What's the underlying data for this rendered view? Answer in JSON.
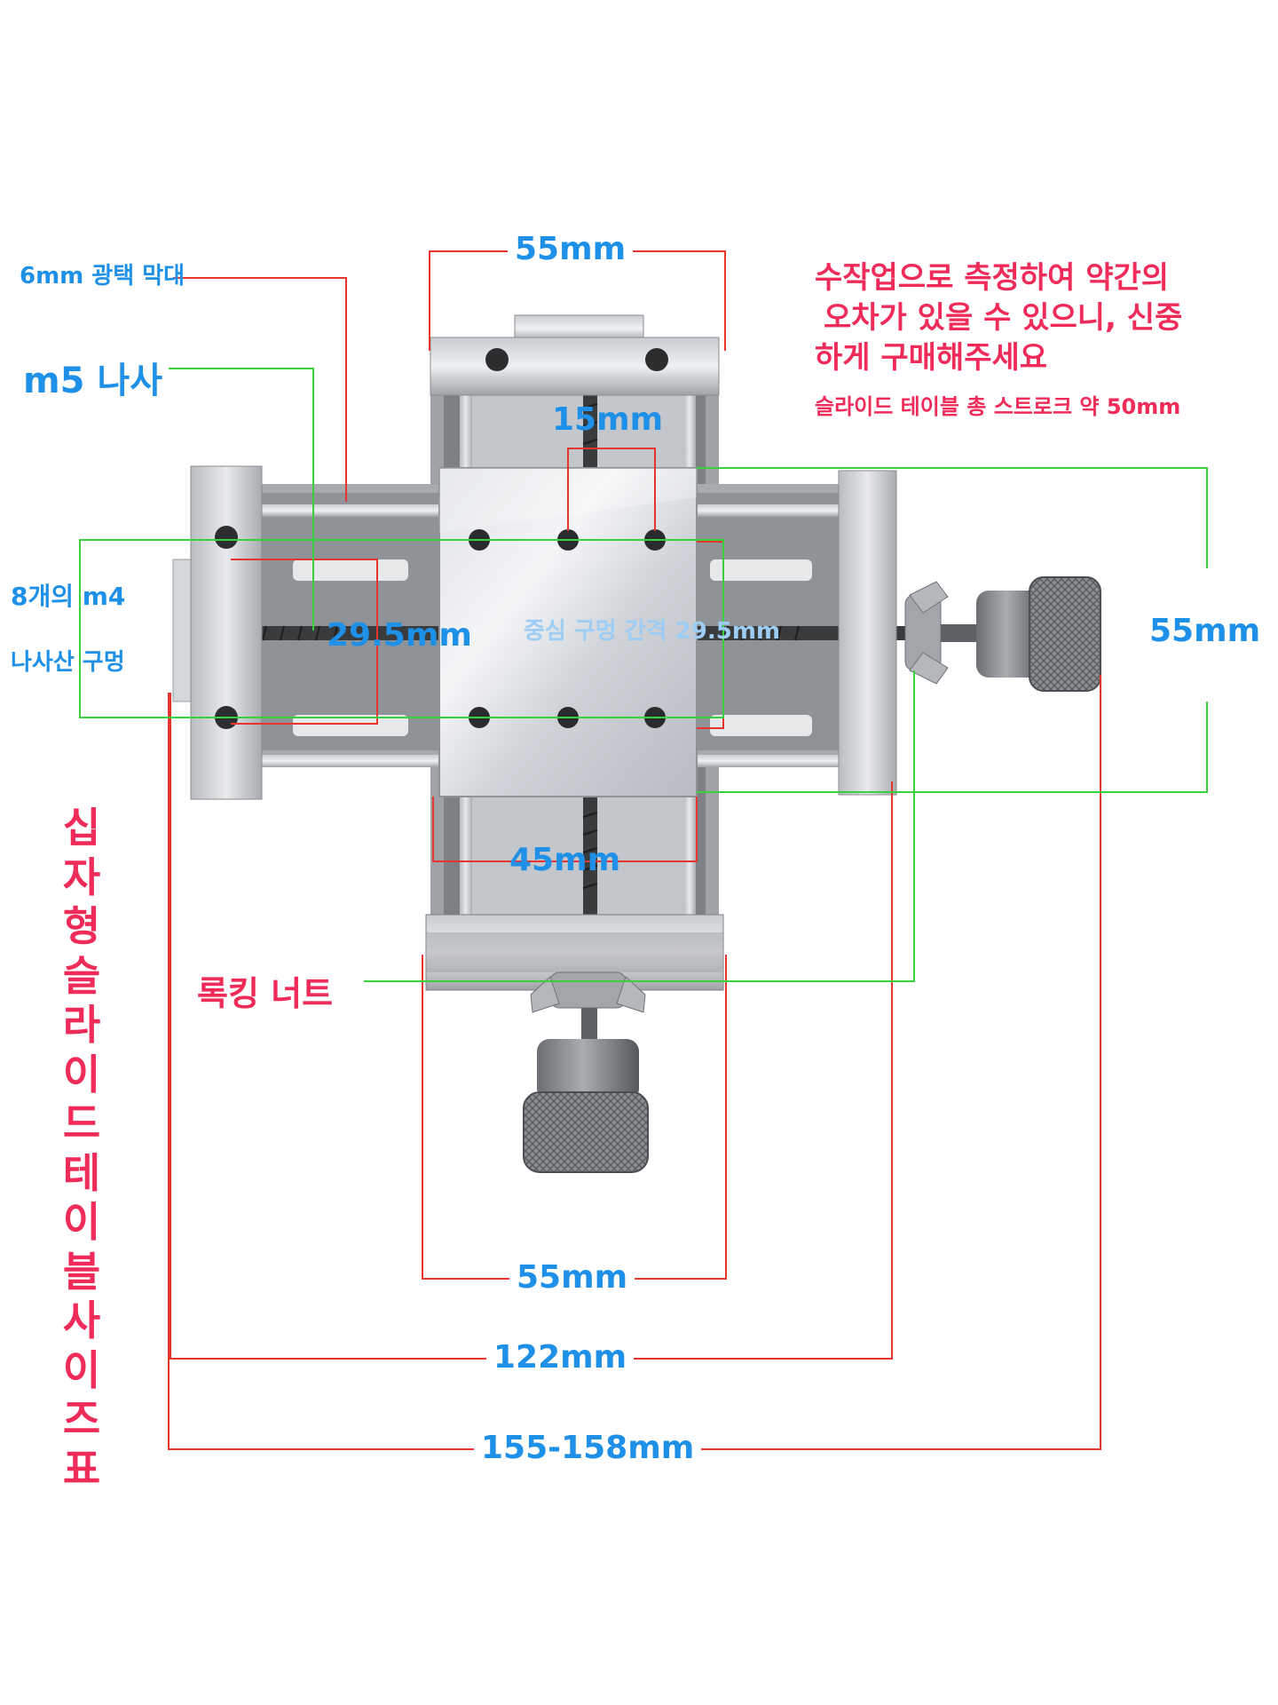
{
  "colors": {
    "label_blue": "#1e90e8",
    "label_red": "#ef2b5a",
    "dim_line_red": "#e8342f",
    "dim_line_green": "#38d13d"
  },
  "labels": {
    "top_width": "55mm",
    "rod": "6mm 광택 막대",
    "screw": "m5 나사",
    "hole_spacing_x": "15mm",
    "holes_1": "8개의 m4",
    "holes_2": "나사산 구멍",
    "hole_spacing_y": "29.5mm",
    "center_spacing": "중심 구멍 간격 29.5mm",
    "right_height": "55mm",
    "platform_width": "45mm",
    "locking_nut": "록킹 너트",
    "bottom_base": "55mm",
    "mid_length": "122mm",
    "total_length": "155-158mm"
  },
  "notes": {
    "line1": "수작업으로 측정하여 약간의",
    "line2": "오차가 있을 수 있으니, 신중",
    "line3": "하게 구매해주세요",
    "line4": "슬라이드 테이블 총 스트로크 약 50mm"
  },
  "title": "십자형슬라이드테이블사이즈표"
}
